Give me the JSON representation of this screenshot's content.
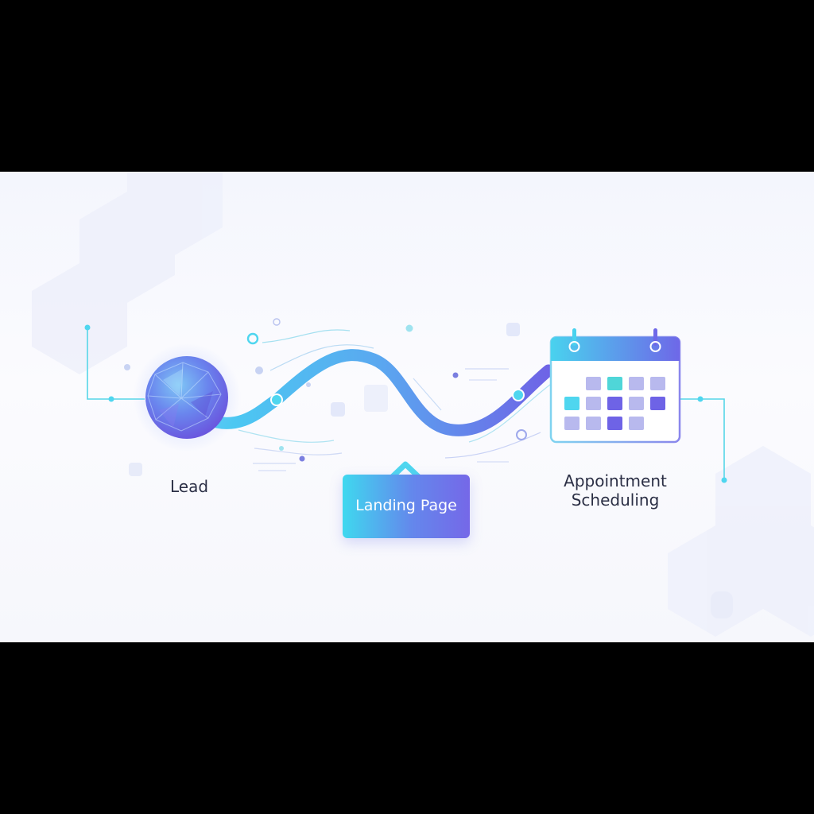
{
  "nodes": {
    "lead": {
      "label": "Lead",
      "icon": "globe-icon"
    },
    "landing_page": {
      "label": "Landing Page",
      "icon": "home-icon"
    },
    "appointment": {
      "label": "Appointment Scheduling",
      "icon": "calendar-icon"
    }
  },
  "colors": {
    "cyan": "#4fd6ef",
    "blue": "#5f8cee",
    "violet": "#6e63e6",
    "text": "#2b2f45",
    "panel": "#f7f8fd"
  }
}
